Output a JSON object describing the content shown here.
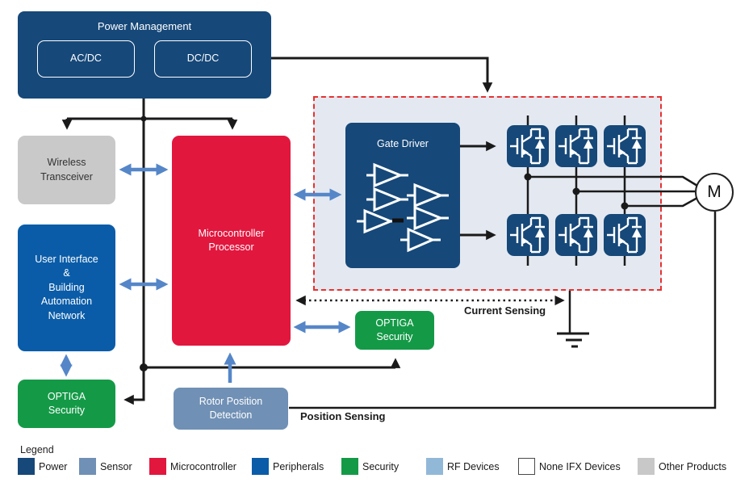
{
  "colors": {
    "power": "#164879",
    "sensor": "#7090B5",
    "microcontroller": "#E2173E",
    "peripherals": "#0A5CA8",
    "security": "#149A47",
    "rf_devices": "#92B8D8",
    "none_ifx": "#FFFFFF",
    "other_products": "#C9C9C9",
    "inverter_fill": "#E4E9F1",
    "inverter_border": "#E8312F",
    "connector_blue": "#5586C8",
    "connector_black": "#1A1A1A"
  },
  "nodes": {
    "power_management": {
      "title": "Power Management",
      "items": [
        "AC/DC",
        "DC/DC"
      ]
    },
    "wireless": {
      "label": "Wireless\nTransceiver"
    },
    "user_interface": {
      "label": "User Interface\n&\nBuilding\nAutomation\nNetwork"
    },
    "optiga_left": {
      "label": "OPTIGA\nSecurity"
    },
    "microcontroller": {
      "label": "Microcontroller\nProcessor"
    },
    "gate_driver": {
      "title": "Gate Driver"
    },
    "optiga_mid": {
      "label": "OPTIGA\nSecurity"
    },
    "rotor": {
      "label": "Rotor Position\nDetection"
    },
    "motor": {
      "label": "M"
    }
  },
  "labels": {
    "current_sensing": "Current Sensing",
    "position_sensing": "Position Sensing"
  },
  "legend": {
    "title": "Legend",
    "items": [
      {
        "label": "Power",
        "color": "#164879"
      },
      {
        "label": "Sensor",
        "color": "#7090B5"
      },
      {
        "label": "Microcontroller",
        "color": "#E2173E"
      },
      {
        "label": "Peripherals",
        "color": "#0A5CA8"
      },
      {
        "label": "Security",
        "color": "#149A47"
      },
      {
        "label": "RF Devices",
        "color": "#92B8D8"
      },
      {
        "label": "None IFX Devices",
        "color": "#FFFFFF"
      },
      {
        "label": "Other Products",
        "color": "#C8C8C8"
      }
    ]
  }
}
